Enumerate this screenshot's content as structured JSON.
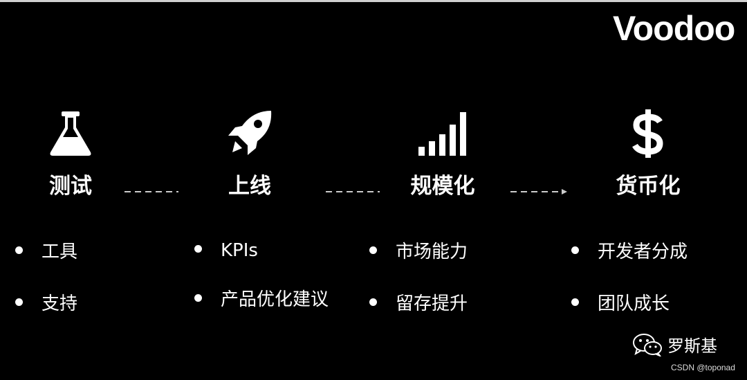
{
  "brand": {
    "logo_text": "Voodoo"
  },
  "stages": [
    {
      "title": "测试",
      "icon": "flask-icon",
      "bullets": [
        "工具",
        "支持"
      ]
    },
    {
      "title": "上线",
      "icon": "rocket-icon",
      "bullets": [
        "KPIs",
        "产品优化建议"
      ]
    },
    {
      "title": "规模化",
      "icon": "signal-bars-icon",
      "bullets": [
        "市场能力",
        "留存提升"
      ]
    },
    {
      "title": "货币化",
      "icon": "dollar-icon",
      "bullets": [
        "开发者分成",
        "团队成长"
      ]
    }
  ],
  "watermark": {
    "account_name": "罗斯基",
    "icon": "wechat-icon"
  },
  "credit": "CSDN @toponad",
  "colors": {
    "background": "#000000",
    "foreground": "#ffffff",
    "connector": "#cccccc"
  }
}
